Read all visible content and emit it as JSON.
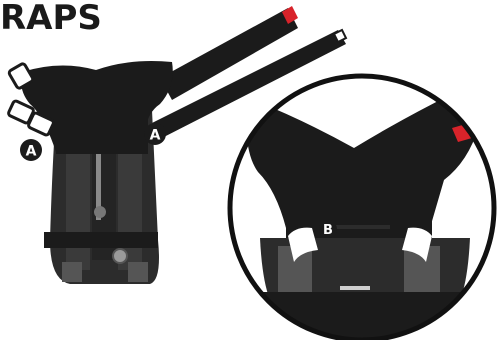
{
  "header": {
    "title": "RAPS"
  },
  "callouts": {
    "a_left": "A",
    "a_right": "A",
    "b_zoom": "B"
  },
  "colors": {
    "strap": "#1b1b1b",
    "frame": "#2c2c2c",
    "frame_light": "#555555",
    "accent": "#d8232a",
    "outline": "#111111",
    "background": "#ffffff"
  }
}
